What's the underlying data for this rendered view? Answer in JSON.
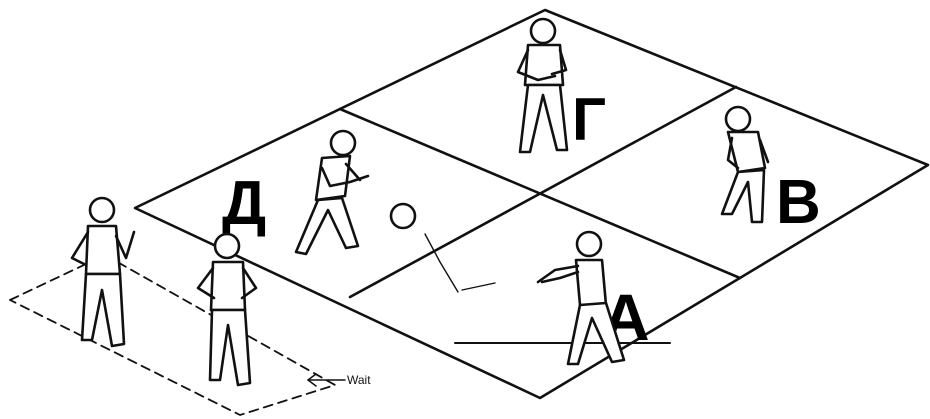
{
  "court": {
    "squares": [
      {
        "id": "A",
        "label": "A"
      },
      {
        "id": "B",
        "label": "B"
      },
      {
        "id": "G",
        "label": "Г"
      },
      {
        "id": "D",
        "label": "Д"
      }
    ]
  },
  "waiting_area": {
    "label": "Wait"
  },
  "players": [
    {
      "square": "A",
      "pose": "throwing"
    },
    {
      "square": "B",
      "pose": "crouching"
    },
    {
      "square": "Г",
      "pose": "standing"
    },
    {
      "square": "Д",
      "pose": "ready"
    },
    {
      "square": "waiting",
      "pose": "hands-on-hips"
    },
    {
      "square": "waiting",
      "pose": "waving"
    }
  ],
  "ball": {
    "present": true
  }
}
